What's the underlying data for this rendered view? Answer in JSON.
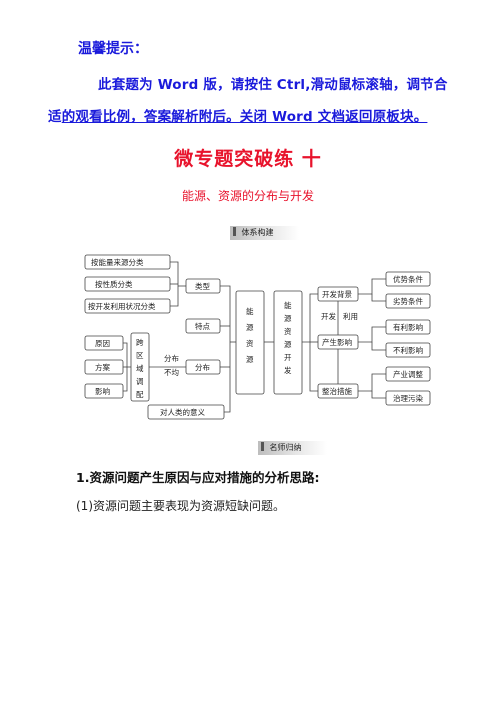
{
  "hint": {
    "title": "温馨提示：",
    "line1": "此套题为 Word 版，请按住 Ctrl,滑动鼠标滚轴，调节合适",
    "line2": "的观看比例，答案解析附后。关闭 Word 文档返回原板块。"
  },
  "title": "微专题突破练 十",
  "subtitle": "能源、资源的分布与开发",
  "tags": {
    "structure": "体系构建",
    "summary": "名师归纳"
  },
  "diagram": {
    "classify_by_source": "按能量来源分类",
    "classify_by_nature": "按性质分类",
    "classify_by_status": "按开发利用状况分类",
    "type": "类型",
    "feature": "特点",
    "distribution": "分布",
    "distribution_uneven": [
      "分布",
      "不均"
    ],
    "cause": "原因",
    "plan": "方案",
    "impact": "影响",
    "cross_region": [
      "跨",
      "区",
      "域",
      "调",
      "配"
    ],
    "significance": "对人类的意义",
    "energy_resources": [
      "能",
      "源",
      "资",
      "源"
    ],
    "energy_development": [
      "能",
      "源",
      "资",
      "源",
      "开",
      "发"
    ],
    "dev_conditions": "开发背景",
    "dev_use": [
      "开发",
      "利用"
    ],
    "production_impact": "产生影响",
    "governance": "整治措施",
    "advantage": "优势条件",
    "disadvantage": "劣势条件",
    "positive": "有利影响",
    "negative": "不利影响",
    "industry_adjust": "产业调整",
    "pollution_control": "治理污染"
  },
  "section": {
    "heading": "1.资源问题产生原因与应对措施的分析思路:",
    "item1": "(1)资源问题主要表现为资源短缺问题。"
  }
}
